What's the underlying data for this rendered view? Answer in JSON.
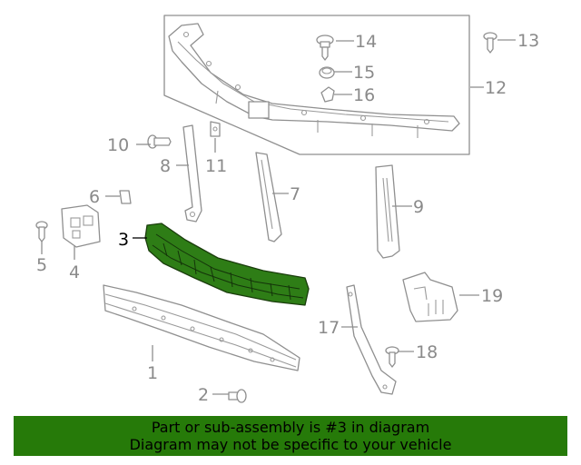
{
  "diagram": {
    "callouts": [
      {
        "id": "1",
        "label": "1"
      },
      {
        "id": "2",
        "label": "2"
      },
      {
        "id": "3",
        "label": "3",
        "highlighted": true
      },
      {
        "id": "4",
        "label": "4"
      },
      {
        "id": "5",
        "label": "5"
      },
      {
        "id": "6",
        "label": "6"
      },
      {
        "id": "7",
        "label": "7"
      },
      {
        "id": "8",
        "label": "8"
      },
      {
        "id": "9",
        "label": "9"
      },
      {
        "id": "10",
        "label": "10"
      },
      {
        "id": "11",
        "label": "11"
      },
      {
        "id": "12",
        "label": "12"
      },
      {
        "id": "13",
        "label": "13"
      },
      {
        "id": "14",
        "label": "14"
      },
      {
        "id": "15",
        "label": "15"
      },
      {
        "id": "16",
        "label": "16"
      },
      {
        "id": "17",
        "label": "17"
      },
      {
        "id": "18",
        "label": "18"
      },
      {
        "id": "19",
        "label": "19"
      }
    ],
    "highlight_color": "#2e7d16"
  },
  "banner": {
    "line1": "Part or sub-assembly is #3 in diagram",
    "line2": "Diagram may not be specific to your vehicle",
    "background": "#267a09"
  }
}
